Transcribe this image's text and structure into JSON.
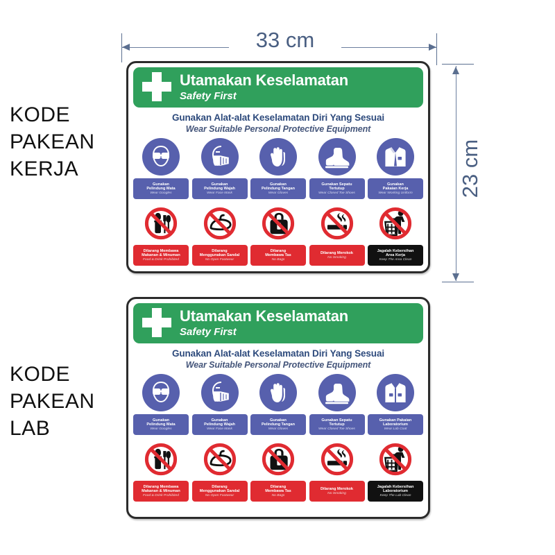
{
  "captions": {
    "kerja": "KODE\nPAKEAN\nKERJA",
    "lab": "KODE\nPAKEAN\nLAB"
  },
  "dimensions": {
    "width_label": "33 cm",
    "height_label": "23 cm"
  },
  "colors": {
    "green": "#30a05c",
    "blue": "#5760ad",
    "red": "#e02b31",
    "black": "#111111",
    "dim_line": "#5b6f90",
    "heading_text": "#2d4a7c"
  },
  "sign_common": {
    "header_title": "Utamakan Keselamatan",
    "header_subtitle": "Safety First",
    "subhead_id": "Gunakan Alat-alat Keselamatan Diri Yang Sesuai",
    "subhead_en": "Wear Suitable Personal Protective Equipment",
    "cross_icon": "first-aid-cross-icon"
  },
  "signs": [
    {
      "id": "kerja",
      "ppe": [
        {
          "icon": "safety-goggles-icon",
          "id": "Gunakan\nPelindung Mata",
          "en": "Wear Googles"
        },
        {
          "icon": "face-mask-icon",
          "id": "Gunakan\nPelindung Wajah",
          "en": "Wear Face Mask"
        },
        {
          "icon": "safety-gloves-icon",
          "id": "Gunakan\nPelindung Tangan",
          "en": "Wear Gloves"
        },
        {
          "icon": "safety-boots-icon",
          "id": "Gunakan Sepatu\nTertutup",
          "en": "Wear Closed Toe Shoes"
        },
        {
          "icon": "work-uniform-icon",
          "id": "Gunakan\nPakaian Kerja",
          "en": "Wear Working Uniform"
        }
      ],
      "prohibitions": [
        {
          "icon": "no-food-drink-icon",
          "id": "Dilarang Membawa\nMakanan & Minuman",
          "en": "Food & Drink Prohibited",
          "style": "red"
        },
        {
          "icon": "no-sandals-icon",
          "id": "Dilarang\nMenggunakan Sandal",
          "en": "No Open Footwear",
          "style": "red"
        },
        {
          "icon": "no-bags-icon",
          "id": "Dilarang\nMembawa Tas",
          "en": "No Bags",
          "style": "red"
        },
        {
          "icon": "no-smoking-icon",
          "id": "Dilarang Merokok",
          "en": "No Smoking",
          "style": "red"
        },
        {
          "icon": "keep-clean-trash-icon",
          "id": "Jagalah Kebersihan\nArea Kerja",
          "en": "Keep The Area Clean",
          "style": "black"
        }
      ]
    },
    {
      "id": "lab",
      "ppe": [
        {
          "icon": "safety-goggles-icon",
          "id": "Gunakan\nPelindung Mata",
          "en": "Wear Googles"
        },
        {
          "icon": "face-mask-icon",
          "id": "Gunakan\nPelindung Wajah",
          "en": "Wear Face Mask"
        },
        {
          "icon": "safety-gloves-icon",
          "id": "Gunakan\nPelindung Tangan",
          "en": "Wear Gloves"
        },
        {
          "icon": "safety-boots-icon",
          "id": "Gunakan Sepatu\nTertutup",
          "en": "Wear Closed Toe Shoes"
        },
        {
          "icon": "lab-coat-icon",
          "id": "Gunakan Pakaian\nLaboratorium",
          "en": "Wear Lab Coat"
        }
      ],
      "prohibitions": [
        {
          "icon": "no-food-drink-icon",
          "id": "Dilarang Membawa\nMakanan & Minuman",
          "en": "Food & Drink Prohibited",
          "style": "red"
        },
        {
          "icon": "no-sandals-icon",
          "id": "Dilarang\nMenggunakan Sandal",
          "en": "No Open Footwear",
          "style": "red"
        },
        {
          "icon": "no-bags-icon",
          "id": "Dilarang\nMembawa Tas",
          "en": "No Bags",
          "style": "red"
        },
        {
          "icon": "no-smoking-icon",
          "id": "Dilarang Merokok",
          "en": "No Smoking",
          "style": "red"
        },
        {
          "icon": "keep-clean-trash-icon",
          "id": "Jagalah Kebersihan\nLaboratorium",
          "en": "Keep The Lab Clean",
          "style": "black"
        }
      ]
    }
  ]
}
